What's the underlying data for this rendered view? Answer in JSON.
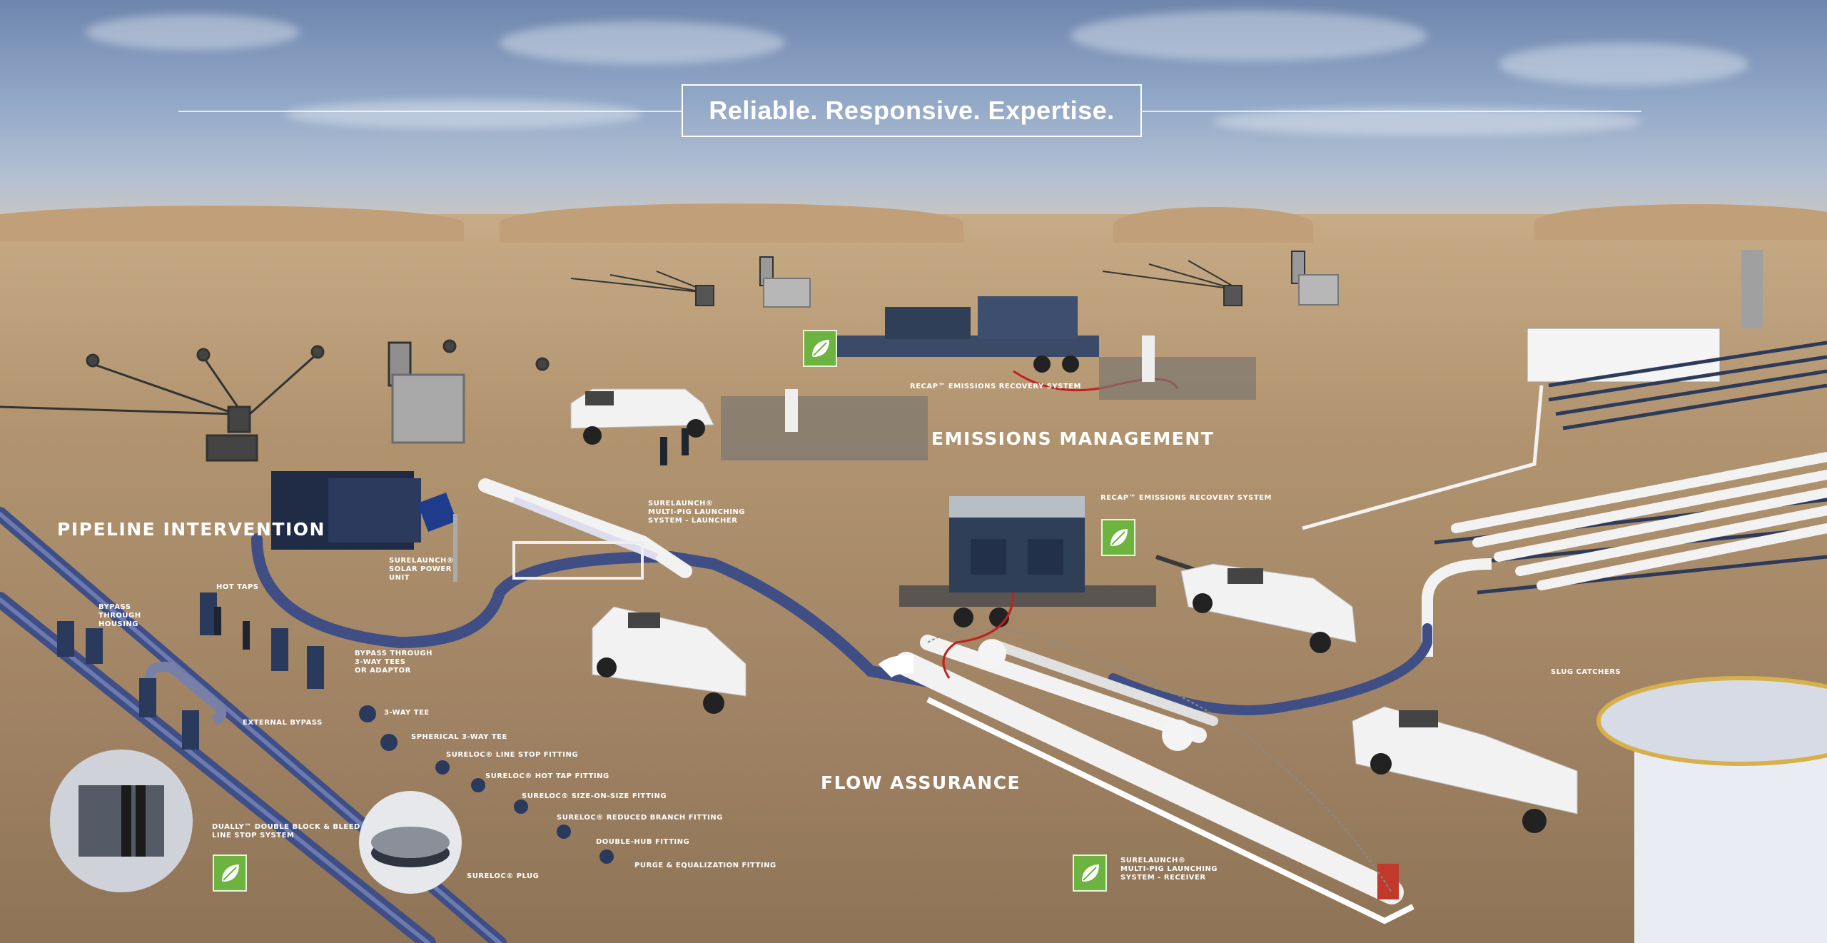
{
  "tagline": "Reliable. Responsive. Expertise.",
  "sections": {
    "pipeline_intervention": "PIPELINE INTERVENTION",
    "emissions_management": "EMISSIONS MANAGEMENT",
    "flow_assurance": "FLOW ASSURANCE"
  },
  "labels": {
    "recap_top": "RECAP™ EMISSIONS RECOVERY SYSTEM",
    "recap_mid": "RECAP™ EMISSIONS RECOVERY SYSTEM",
    "surelaunch_launcher": "SURELAUNCH®\nMULTI-PIG LAUNCHING\nSYSTEM - LAUNCHER",
    "surelaunch_solar": "SURELAUNCH®\nSOLAR POWER\nUNIT",
    "hot_taps": "HOT TAPS",
    "bypass_housing": "BYPASS\nTHROUGH\nHOUSING",
    "bypass_tees": "BYPASS THROUGH\n3-WAY TEES\nOR ADAPTOR",
    "three_way_tee": "3-WAY TEE",
    "external_bypass": "EXTERNAL BYPASS",
    "spherical_tee": "SPHERICAL 3-WAY TEE",
    "line_stop": "SURELOC® LINE STOP FITTING",
    "hot_tap_fitting": "SURELOC® HOT TAP FITTING",
    "size_on_size": "SURELOC® SIZE-ON-SIZE FITTING",
    "reduced_branch": "SURELOC® REDUCED BRANCH FITTING",
    "double_hub": "DOUBLE-HUB FITTING",
    "purge": "PURGE & EQUALIZATION FITTING",
    "dually": "DUALLY™ DOUBLE BLOCK & BLEED\nLINE STOP SYSTEM",
    "sureloc_plug": "SURELOC® PLUG",
    "slug_catchers": "SLUG CATCHERS",
    "surelaunch_receiver": "SURELAUNCH®\nMULTI-PIG LAUNCHING\nSYSTEM - RECEIVER"
  },
  "colors": {
    "pipe_blue": "#3f4f86",
    "leaf_green": "#6cb33f",
    "truck_white": "#f2f2f2",
    "trailer_navy": "#2f3f58"
  },
  "icons": [
    "leaf-icon"
  ]
}
